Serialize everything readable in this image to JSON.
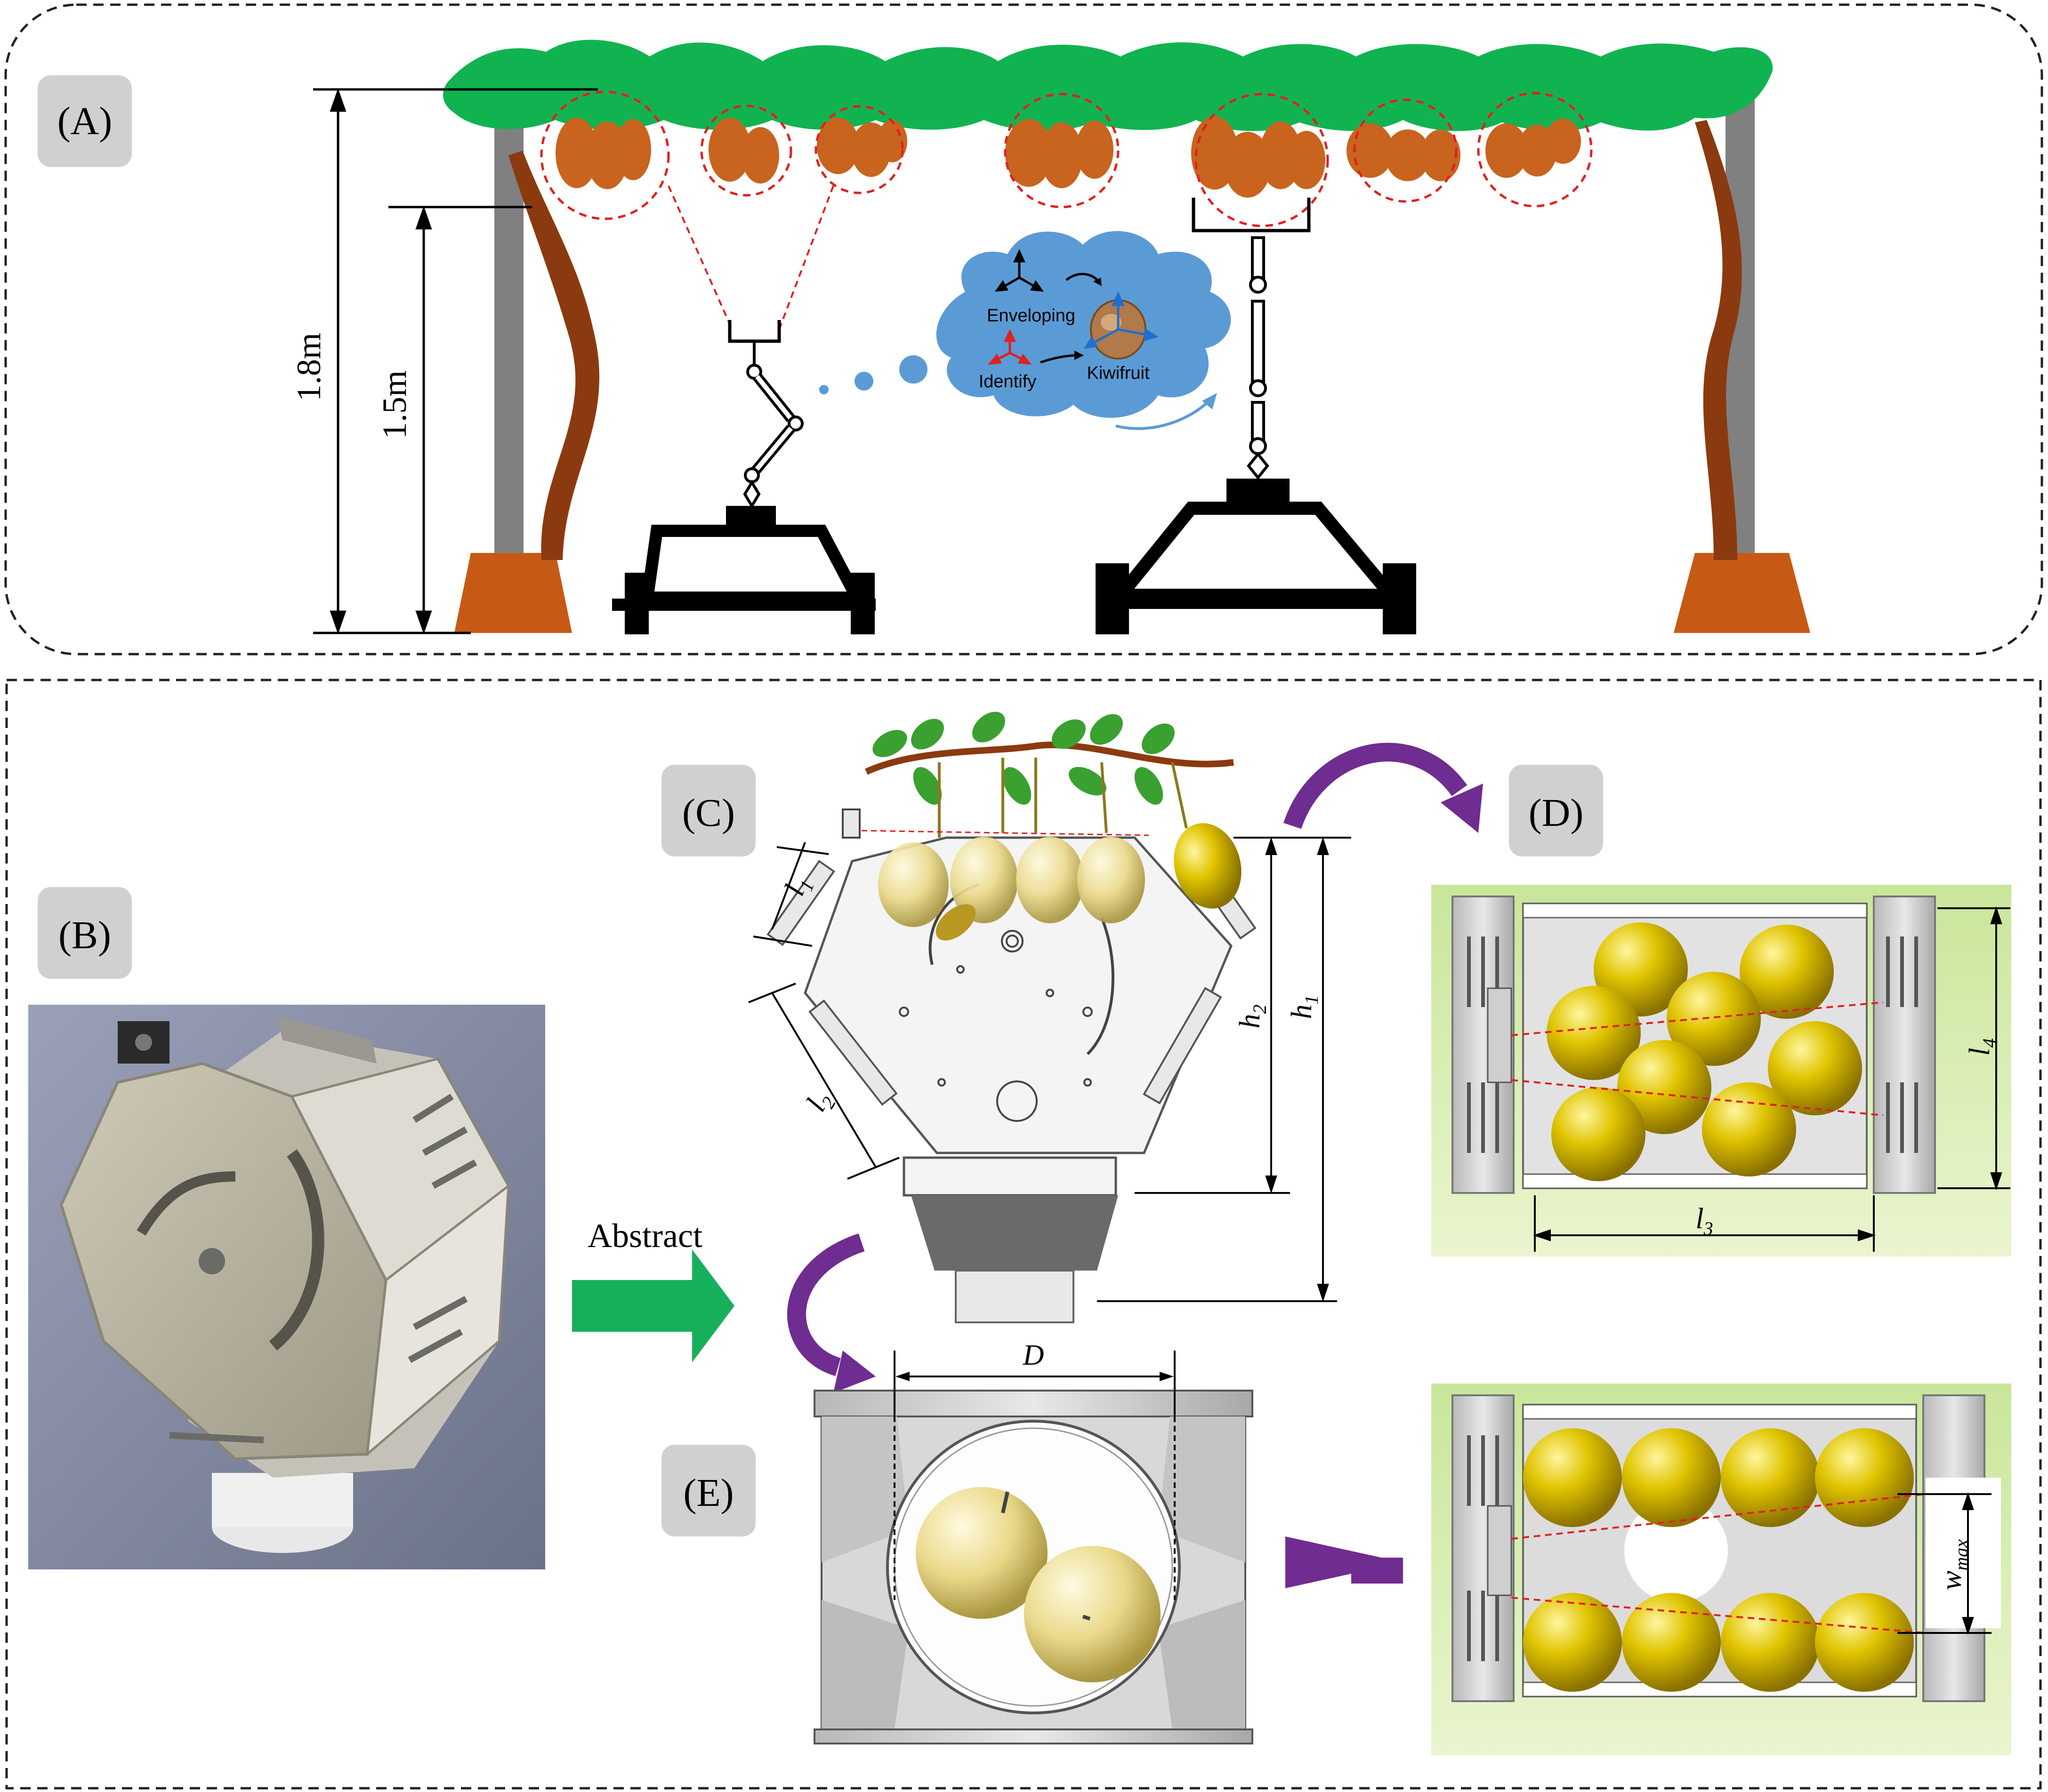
{
  "panels": {
    "a": "(A)",
    "b": "(B)",
    "c": "(C)",
    "d": "(D)",
    "e": "(E)"
  },
  "panel_a": {
    "height_outer": "1.8m",
    "height_inner": "1.5m",
    "bubble": {
      "enveloping": "Enveloping",
      "identify": "Identify",
      "kiwifruit": "Kiwifruit"
    }
  },
  "panel_b": {
    "arrow_label": "Abstract"
  },
  "panel_c": {
    "l1": "l",
    "l1_sub": "1",
    "l2": "l",
    "l2_sub": "2",
    "h1": "h",
    "h1_sub": "1",
    "h2": "h",
    "h2_sub": "2"
  },
  "panel_d": {
    "l3": "l",
    "l3_sub": "3",
    "l4": "l",
    "l4_sub": "4"
  },
  "panel_e": {
    "D": "D",
    "w": "w",
    "w_sub": "max"
  },
  "colors": {
    "leaf": "#11b350",
    "fruit": "#c8641e",
    "trunk": "#8b3a0f",
    "pot": "#c65a14",
    "pole": "#808080",
    "cloud": "#5b9bd5",
    "arrow_green": "#17b05a",
    "arrow_purple": "#6f2c91",
    "pear": "#d4b800",
    "label_bg": "#d0d0d0"
  }
}
